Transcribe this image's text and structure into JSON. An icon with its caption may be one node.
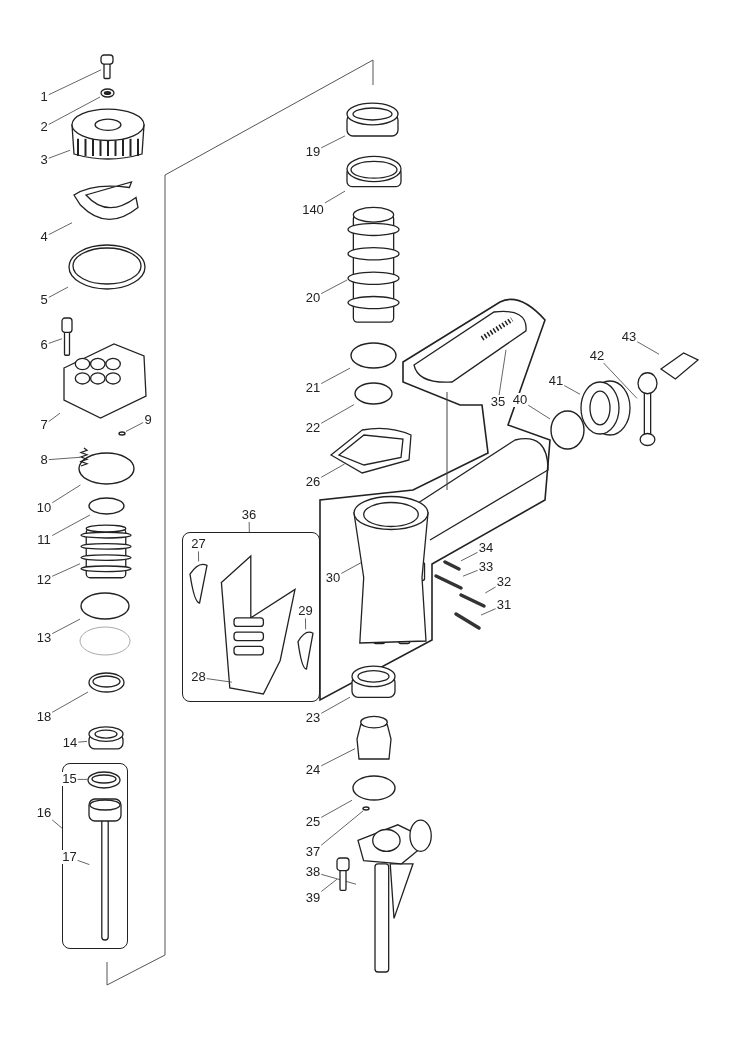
{
  "diagram": {
    "nodes": [
      {
        "text": [
          "1"
        ]
      },
      {
        "text": [],
        "shape": "picture"
      },
      {
        "text": [
          "2"
        ]
      },
      {
        "text": [],
        "shape": "picture"
      },
      {
        "text": [
          "3"
        ]
      },
      {
        "text": [],
        "shape": "picture"
      },
      {
        "text": [
          "4"
        ]
      },
      {
        "text": [],
        "shape": "picture"
      },
      {
        "text": [
          "5"
        ]
      },
      {
        "text": [],
        "shape": "picture"
      },
      {
        "text": [
          "6"
        ]
      },
      {
        "text": [],
        "shape": "picture"
      },
      {
        "text": [
          "7"
        ]
      },
      {
        "text": [],
        "shape": "picture"
      },
      {
        "text": [
          "9"
        ]
      },
      {
        "text": [],
        "shape": "circle"
      },
      {
        "text": [
          "8"
        ]
      },
      {
        "text": [],
        "shape": "picture"
      },
      {
        "text": [
          "10"
        ]
      },
      {
        "text": [],
        "shape": "circle"
      },
      {
        "text": [
          "11"
        ]
      },
      {
        "text": [],
        "shape": "circle"
      },
      {
        "text": [
          "12"
        ]
      },
      {
        "text": [],
        "shape": "cylinder"
      },
      {
        "text": [
          "13"
        ]
      },
      {
        "text": [],
        "shape": "circle"
      },
      {
        "text": [
          "18"
        ]
      },
      {
        "text": [],
        "shape": "picture"
      },
      {
        "text": [
          "14"
        ]
      },
      {
        "text": [],
        "shape": "cylinder"
      },
      {
        "text": [
          "16"
        ]
      },
      {
        "text": [],
        "shape": "box"
      },
      {
        "text": [
          "15"
        ],
        "in": 31
      },
      {
        "text": [],
        "shape": "picture",
        "in": 31
      },
      {
        "text": [
          "17"
        ],
        "in": 31
      },
      {
        "text": [],
        "shape": "picture",
        "in": 31
      },
      {
        "text": [
          "19"
        ]
      },
      {
        "text": [],
        "shape": "cylinder"
      },
      {
        "text": [
          "140"
        ]
      },
      {
        "text": [],
        "shape": "picture"
      },
      {
        "text": [
          "20"
        ]
      },
      {
        "text": [],
        "shape": "cylinder"
      },
      {
        "text": [
          "21"
        ]
      },
      {
        "text": [],
        "shape": "circle"
      },
      {
        "text": [
          "22"
        ]
      },
      {
        "text": [],
        "shape": "circle"
      },
      {
        "text": [
          "43"
        ]
      },
      {
        "text": [],
        "shape": "picture"
      },
      {
        "text": [
          "42"
        ]
      },
      {
        "text": [],
        "shape": "picture"
      },
      {
        "text": [
          "41"
        ]
      },
      {
        "text": [],
        "shape": "picture"
      },
      {
        "text": [
          "40"
        ]
      },
      {
        "text": [],
        "shape": "circle"
      },
      {
        "text": [
          "35"
        ]
      },
      {
        "text": [],
        "shape": "picture"
      },
      {
        "text": [
          "26"
        ]
      },
      {
        "text": [],
        "shape": "picture"
      },
      {
        "text": [
          "36"
        ]
      },
      {
        "text": [],
        "shape": "box"
      },
      {
        "text": [
          "27"
        ],
        "in": 59
      },
      {
        "text": [],
        "shape": "picture",
        "in": 59
      },
      {
        "text": [
          "28"
        ],
        "in": 59
      },
      {
        "text": [],
        "shape": "picture",
        "in": 59
      },
      {
        "text": [
          "29"
        ],
        "in": 59
      },
      {
        "text": [],
        "shape": "picture",
        "in": 59
      },
      {
        "text": [
          "30"
        ]
      },
      {
        "text": [],
        "shape": "picture"
      },
      {
        "text": [
          "34"
        ]
      },
      {
        "text": [],
        "shape": "picture"
      },
      {
        "text": [
          "33"
        ]
      },
      {
        "text": [],
        "shape": "picture"
      },
      {
        "text": [
          "32"
        ]
      },
      {
        "text": [],
        "shape": "picture"
      },
      {
        "text": [
          "31"
        ]
      },
      {
        "text": [],
        "shape": "picture"
      },
      {
        "text": [
          "23"
        ]
      },
      {
        "text": [],
        "shape": "cylinder"
      },
      {
        "text": [
          "24"
        ]
      },
      {
        "text": [],
        "shape": "cylinder"
      },
      {
        "text": [
          "25"
        ]
      },
      {
        "text": [],
        "shape": "circle"
      },
      {
        "text": [
          "37"
        ]
      },
      {
        "text": [],
        "shape": "circle"
      },
      {
        "text": [
          "38"
        ]
      },
      {
        "text": [],
        "shape": "picture"
      },
      {
        "text": [
          "39"
        ]
      },
      {
        "text": [],
        "shape": "picture"
      }
    ],
    "edges": [
      {
        "from": 0,
        "to": 1,
        "arrow": "none"
      },
      {
        "from": 2,
        "to": 3,
        "arrow": "none"
      },
      {
        "from": 4,
        "to": 5,
        "arrow": "none"
      },
      {
        "from": 6,
        "to": 7,
        "arrow": "none"
      },
      {
        "from": 8,
        "to": 9,
        "arrow": "none"
      },
      {
        "from": 10,
        "to": 11,
        "arrow": "none"
      },
      {
        "from": 12,
        "to": 13,
        "arrow": "none"
      },
      {
        "from": 14,
        "to": 15,
        "arrow": "none"
      },
      {
        "from": 16,
        "to": 17,
        "arrow": "none"
      },
      {
        "from": 18,
        "to": 19,
        "arrow": "none"
      },
      {
        "from": 20,
        "to": 21,
        "arrow": "none"
      },
      {
        "from": 22,
        "to": 23,
        "arrow": "none"
      },
      {
        "from": 24,
        "to": 25,
        "arrow": "none"
      },
      {
        "from": 26,
        "to": 27,
        "arrow": "none"
      },
      {
        "from": 28,
        "to": 29,
        "arrow": "none"
      },
      {
        "from": 30,
        "to": 31,
        "arrow": "none"
      },
      {
        "from": 32,
        "to": 33,
        "arrow": "none"
      },
      {
        "from": 34,
        "to": 35,
        "arrow": "none"
      },
      {
        "from": 36,
        "to": 37,
        "arrow": "none"
      },
      {
        "from": 38,
        "to": 39,
        "arrow": "none"
      },
      {
        "from": 40,
        "to": 41,
        "arrow": "none"
      },
      {
        "from": 42,
        "to": 43,
        "arrow": "none"
      },
      {
        "from": 44,
        "to": 45,
        "arrow": "none"
      },
      {
        "from": 46,
        "to": 47,
        "arrow": "none"
      },
      {
        "from": 48,
        "to": 49,
        "arrow": "none"
      },
      {
        "from": 50,
        "to": 51,
        "arrow": "none"
      },
      {
        "from": 52,
        "to": 53,
        "arrow": "none"
      },
      {
        "from": 54,
        "to": 55,
        "arrow": "none"
      },
      {
        "from": 56,
        "to": 57,
        "arrow": "none"
      },
      {
        "from": 58,
        "to": 59,
        "arrow": "none"
      },
      {
        "from": 60,
        "to": 61,
        "arrow": "none"
      },
      {
        "from": 62,
        "to": 63,
        "arrow": "none"
      },
      {
        "from": 64,
        "to": 65,
        "arrow": "none"
      },
      {
        "from": 66,
        "to": 67,
        "arrow": "none"
      },
      {
        "from": 68,
        "to": 69,
        "arrow": "none"
      },
      {
        "from": 70,
        "to": 71,
        "arrow": "none"
      },
      {
        "from": 72,
        "to": 73,
        "arrow": "none"
      },
      {
        "from": 74,
        "to": 75,
        "arrow": "none"
      },
      {
        "from": 76,
        "to": 77,
        "arrow": "none"
      },
      {
        "from": 78,
        "to": 79,
        "arrow": "none"
      },
      {
        "from": 80,
        "to": 81,
        "arrow": "none"
      },
      {
        "from": 82,
        "to": 83,
        "arrow": "none"
      },
      {
        "from": 84,
        "to": 85,
        "arrow": "none"
      },
      {
        "from": 86,
        "to": 87,
        "arrow": "none"
      }
    ]
  }
}
